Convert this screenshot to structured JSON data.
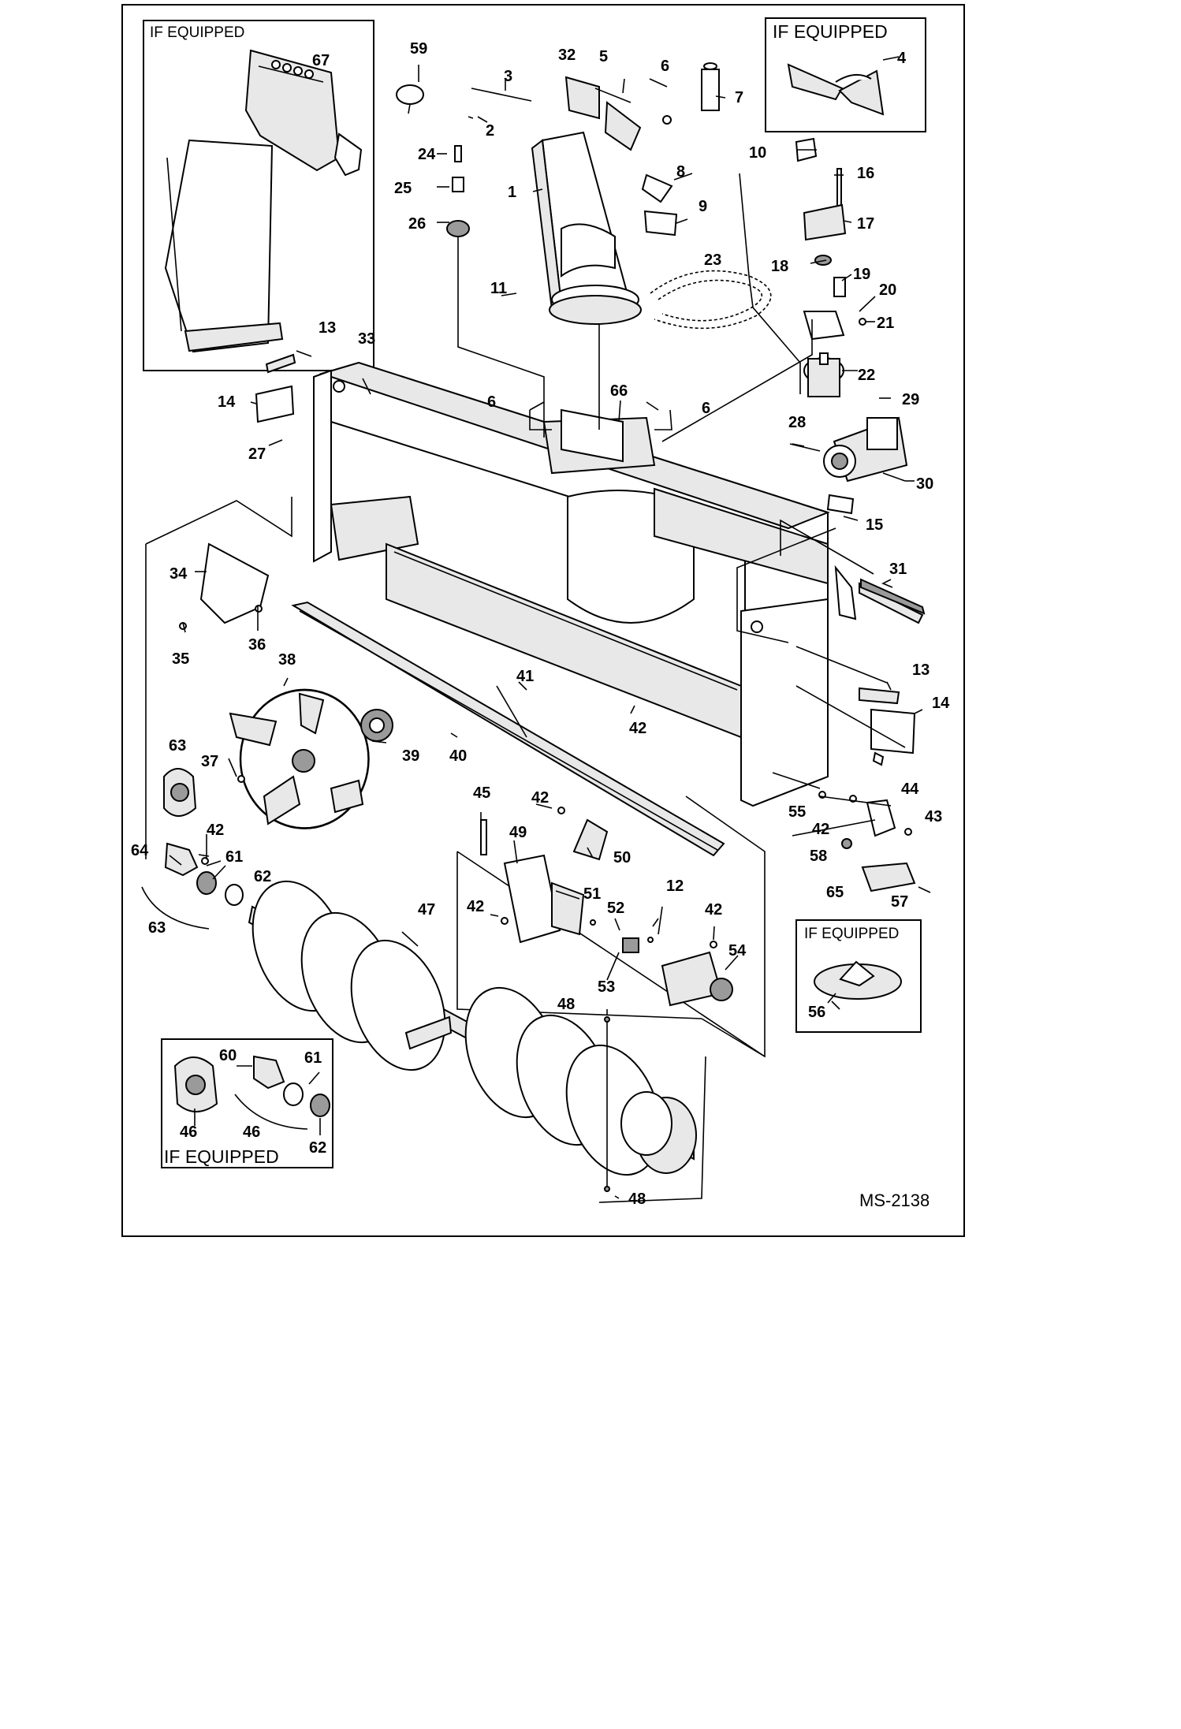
{
  "drawing_code": "MS-2138",
  "if_equipped_labels": [
    "IF EQUIPPED",
    "IF EQUIPPED",
    "IF EQUIPPED",
    "IF EQUIPPED"
  ],
  "callouts": [
    "59",
    "32",
    "5",
    "6",
    "3",
    "7",
    "2",
    "24",
    "4",
    "10",
    "16",
    "25",
    "1",
    "8",
    "9",
    "17",
    "26",
    "23",
    "18",
    "19",
    "20",
    "21",
    "11",
    "67",
    "13",
    "33",
    "66",
    "22",
    "6",
    "6",
    "14",
    "29",
    "28",
    "27",
    "30",
    "15",
    "34",
    "31",
    "36",
    "35",
    "38",
    "41",
    "13",
    "14",
    "42",
    "63",
    "37",
    "39",
    "40",
    "45",
    "42",
    "44",
    "55",
    "42",
    "43",
    "49",
    "42",
    "58",
    "64",
    "61",
    "62",
    "50",
    "65",
    "57",
    "12",
    "51",
    "47",
    "42",
    "42",
    "52",
    "63",
    "54",
    "53",
    "56",
    "48",
    "60",
    "61",
    "46",
    "46",
    "62",
    "48"
  ]
}
